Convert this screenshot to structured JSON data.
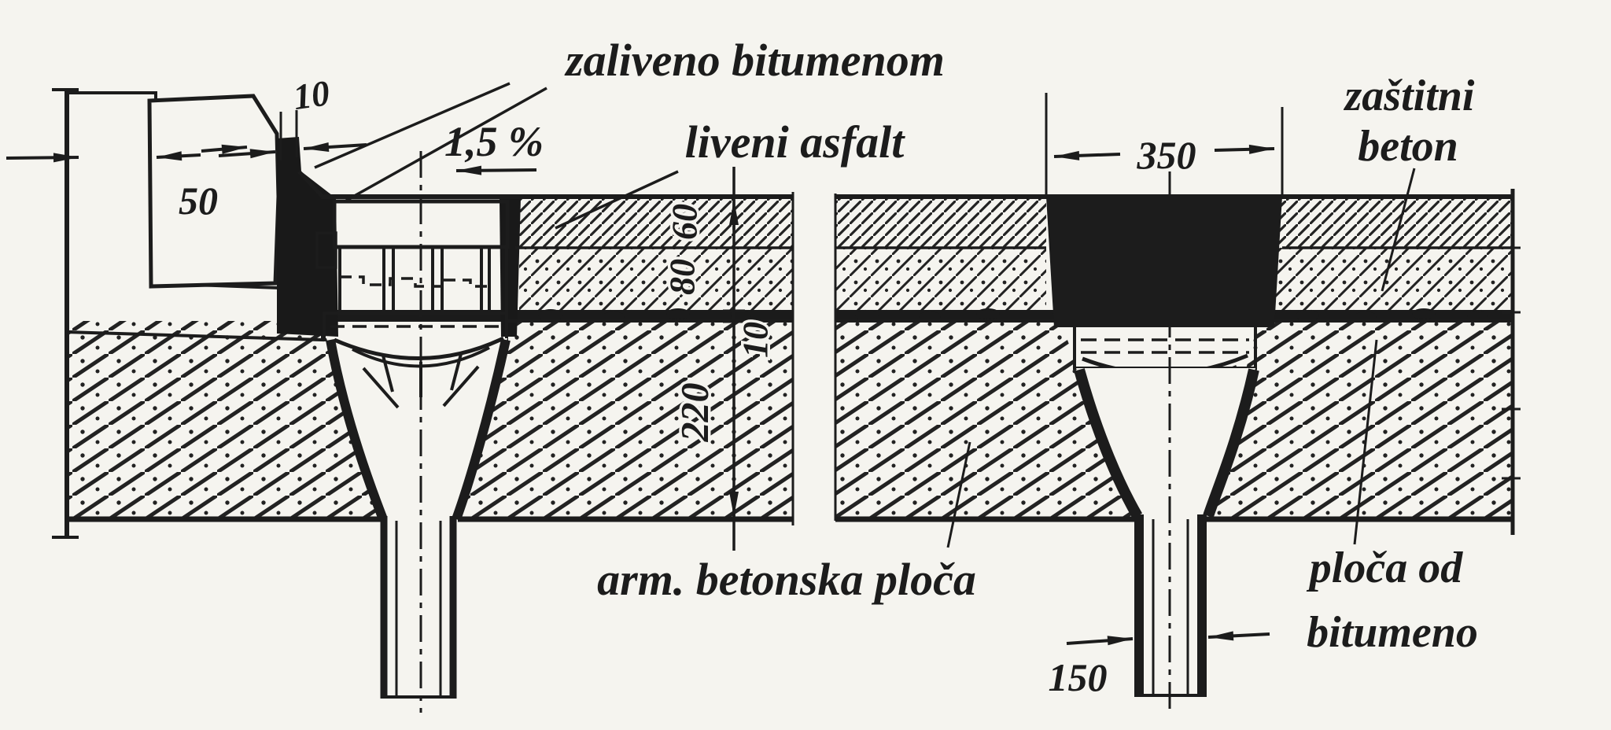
{
  "drawing": {
    "kind": "technical section drawing, bridge-deck drainage scupper details, two cross-sections",
    "annotations": {
      "zaliveno_bitumenom": "zaliveno bitumenom",
      "slope": "1,5 %",
      "liveni_asfalt": "liveni asfalt",
      "zastitni_line1": "zaštitni",
      "zastitni_line2": "beton",
      "arm_betonska_ploca": "arm. betonska ploča",
      "ploca_line1": "ploča od",
      "ploca_line2": "bitumeno"
    },
    "dimensions": {
      "curb_width": "50",
      "joint_gap": "10",
      "grate_opening": "350",
      "asphalt_thickness": "60",
      "protective_concrete_thickness": "80",
      "waterproofing_thickness": "10",
      "slab_thickness": "220",
      "pipe_diameter": "150"
    },
    "colors": {
      "ink": "#1c1c1c",
      "paper": "#f5f4ef",
      "mastic": "#191919"
    }
  }
}
